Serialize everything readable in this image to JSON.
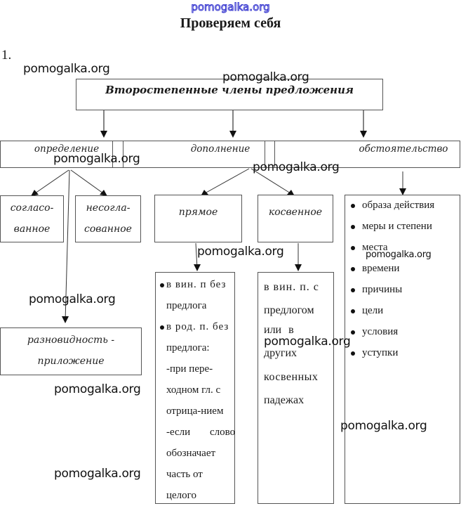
{
  "header": {
    "site_label": "pomogalka.org",
    "title": "Проверяем себя",
    "exercise_number": "1."
  },
  "diagram": {
    "root": "Второстепенные члены предложения",
    "categories": [
      {
        "label": "определение"
      },
      {
        "label": "дополнение"
      },
      {
        "label": "обстоятельство"
      }
    ],
    "definition_types": [
      {
        "line1": "согласо-",
        "line2": "ванное"
      },
      {
        "line1": "несогла-",
        "line2": "сованное"
      }
    ],
    "definition_variety": {
      "line1": "разновидность -",
      "line2": "приложение"
    },
    "object_types": [
      {
        "label": "прямое"
      },
      {
        "label": "косвенное"
      }
    ],
    "direct_details": [
      {
        "text": "в вин. п без",
        "bullet": true
      },
      {
        "text": "предлога",
        "bullet": false
      },
      {
        "text": "в род. п. без",
        "bullet": true
      },
      {
        "text": "предлога:",
        "bullet": false
      },
      {
        "text": "-при пере-",
        "bullet": false
      },
      {
        "text": "ходном гл. с",
        "bullet": false
      },
      {
        "text": "отрица-нием",
        "bullet": false
      },
      {
        "text": "-если слово",
        "bullet": false
      },
      {
        "text": "обозначает",
        "bullet": false
      },
      {
        "text": "часть от",
        "bullet": false
      },
      {
        "text": "целого",
        "bullet": false
      }
    ],
    "indirect_details": [
      "в вин. п. с",
      "предлогом",
      "или в",
      "других",
      "косвенных",
      "падежах"
    ],
    "adverbial_types": [
      "образа действия",
      "меры и степени",
      "места",
      "времени",
      "причины",
      "цели",
      "условия",
      "уступки"
    ]
  },
  "watermarks": {
    "text": "pomogalka.org"
  }
}
